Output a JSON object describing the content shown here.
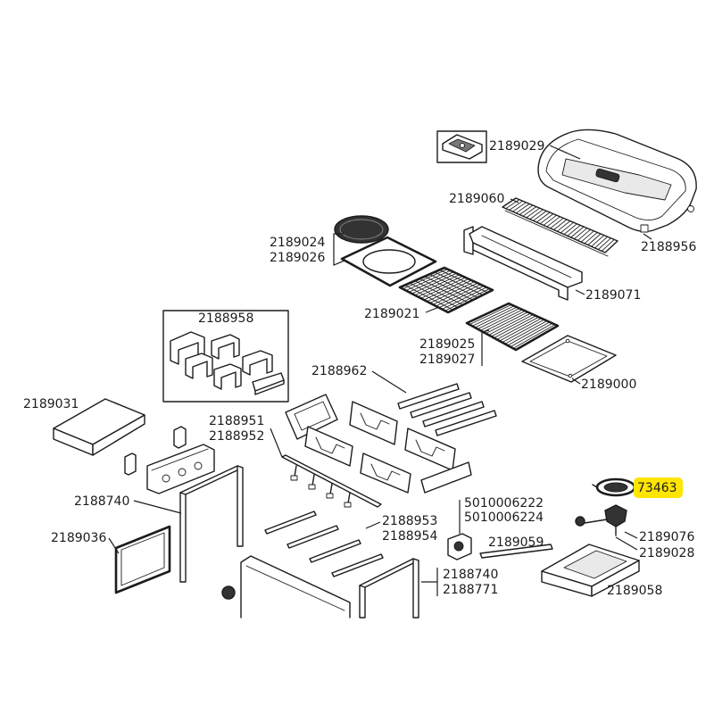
{
  "diagram": {
    "callouts": [
      {
        "number": "2189029"
      },
      {
        "number": "2189060"
      },
      {
        "number": "2188956"
      },
      {
        "number": "2189024"
      },
      {
        "number": "2189026"
      },
      {
        "number": "2189071"
      },
      {
        "number": "2189021"
      },
      {
        "number": "2188958"
      },
      {
        "number": "2189025"
      },
      {
        "number": "2189027"
      },
      {
        "number": "2188962"
      },
      {
        "number": "2189000"
      },
      {
        "number": "2189031"
      },
      {
        "number": "2188951"
      },
      {
        "number": "2188952"
      },
      {
        "number": "73463",
        "highlighted": true
      },
      {
        "number": "2188740"
      },
      {
        "number": "5010006222"
      },
      {
        "number": "5010006224"
      },
      {
        "number": "2188953"
      },
      {
        "number": "2188954"
      },
      {
        "number": "2189076"
      },
      {
        "number": "2189036"
      },
      {
        "number": "2189059"
      },
      {
        "number": "2189028"
      },
      {
        "number": "2188740"
      },
      {
        "number": "2188771"
      },
      {
        "number": "2189058"
      }
    ],
    "colors": {
      "line": "#1c1c1c",
      "highlight": "#ffe500",
      "background": "#ffffff"
    }
  }
}
